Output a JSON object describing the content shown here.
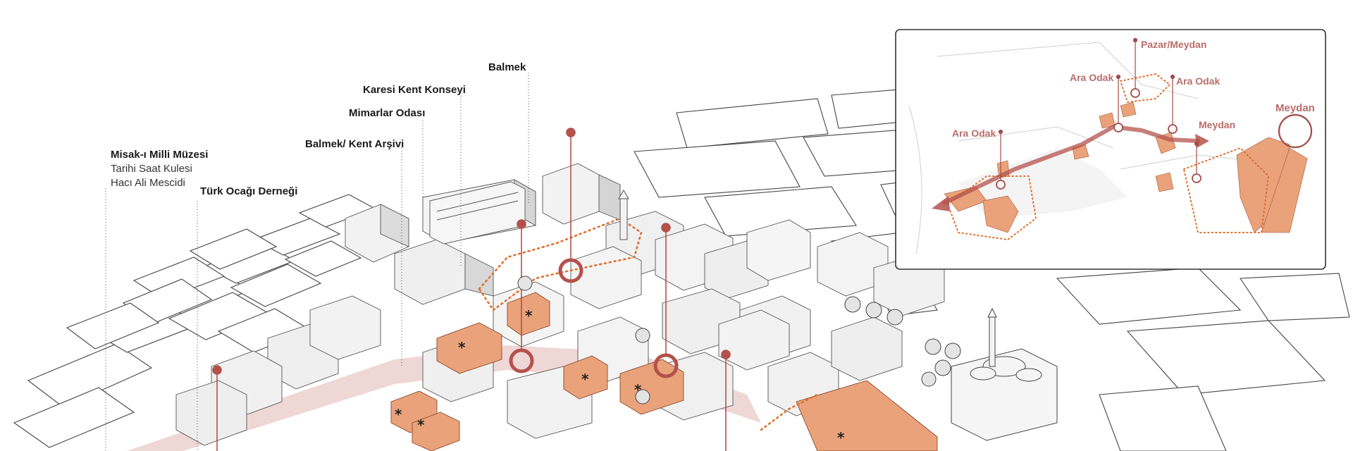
{
  "labels": {
    "balmek": "Balmek",
    "karesi": "Karesi Kent Konseyi",
    "mimarlar": "Mimarlar Odası",
    "arsiv": "Balmek/ Kent Arşivi",
    "misak": "Misak-ı Milli Müzesi",
    "saat": "Tarihi Saat Kulesi",
    "haci": "Hacı Ali Mescidi",
    "turk": "Türk Ocağı Derneği"
  },
  "inset": {
    "pazar": "Pazar/Meydan",
    "ara_left": "Ara Odak",
    "ara_top": "Ara Odak",
    "ara_right": "Ara Odak",
    "meydan_mid": "Meydan",
    "meydan_right": "Meydan"
  },
  "colors": {
    "accent": "#b4514c",
    "orange": "#e9a27a",
    "dots": "#e0702e",
    "inset_text": "#b86e6a",
    "line": "#3a3a3a"
  }
}
